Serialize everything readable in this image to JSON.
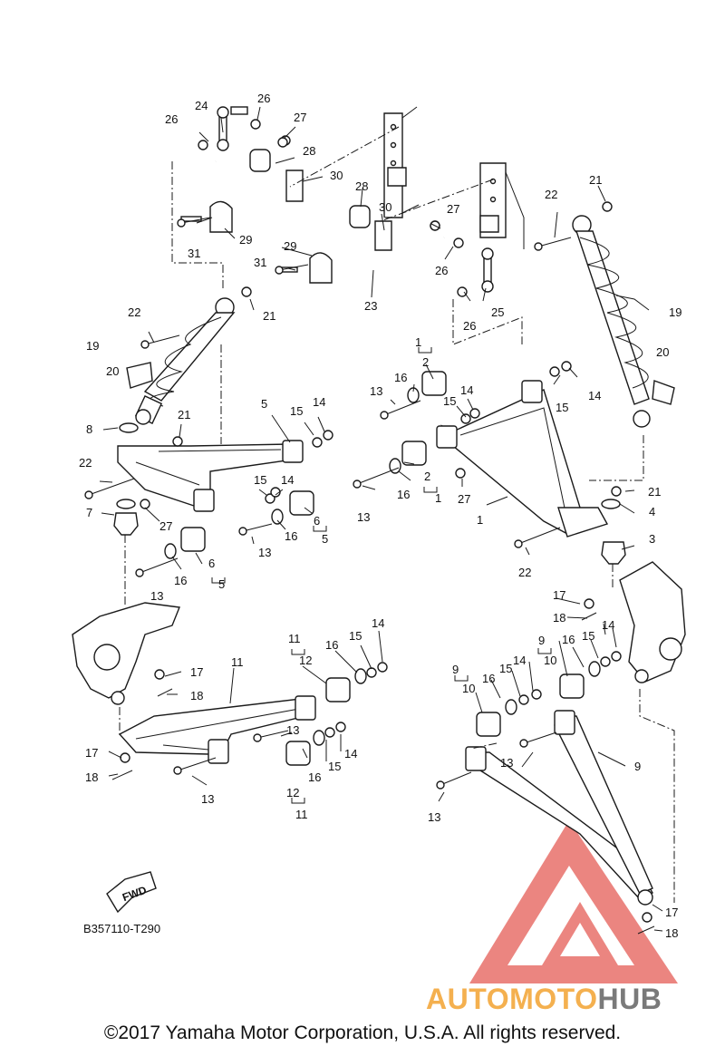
{
  "diagram": {
    "code": "B357110-T290",
    "fwd_label": "FWD",
    "callouts": [
      {
        "id": "c24",
        "text": "24"
      },
      {
        "id": "c26a",
        "text": "26"
      },
      {
        "id": "c26b",
        "text": "26"
      },
      {
        "id": "c27a",
        "text": "27"
      },
      {
        "id": "c28a",
        "text": "28"
      },
      {
        "id": "c30a",
        "text": "30"
      },
      {
        "id": "c31a",
        "text": "31"
      },
      {
        "id": "c29a",
        "text": "29"
      },
      {
        "id": "c28b",
        "text": "28"
      },
      {
        "id": "c30b",
        "text": "30"
      },
      {
        "id": "c27b",
        "text": "27"
      },
      {
        "id": "c29b",
        "text": "29"
      },
      {
        "id": "c31b",
        "text": "31"
      },
      {
        "id": "c26c",
        "text": "26"
      },
      {
        "id": "c23",
        "text": "23"
      },
      {
        "id": "c26d",
        "text": "26"
      },
      {
        "id": "c25",
        "text": "25"
      },
      {
        "id": "c22a",
        "text": "22"
      },
      {
        "id": "c21a",
        "text": "21"
      },
      {
        "id": "c19a",
        "text": "19"
      },
      {
        "id": "c20a",
        "text": "20"
      },
      {
        "id": "c22b",
        "text": "22"
      },
      {
        "id": "c21b",
        "text": "21"
      },
      {
        "id": "c19b",
        "text": "19"
      },
      {
        "id": "c20b",
        "text": "20"
      },
      {
        "id": "c1a",
        "text": "1"
      },
      {
        "id": "c2a",
        "text": "2"
      },
      {
        "id": "c16a",
        "text": "16"
      },
      {
        "id": "c13a",
        "text": "13"
      },
      {
        "id": "c15a",
        "text": "15"
      },
      {
        "id": "c14a",
        "text": "14"
      },
      {
        "id": "c15b",
        "text": "15"
      },
      {
        "id": "c14b",
        "text": "14"
      },
      {
        "id": "c13b",
        "text": "13"
      },
      {
        "id": "c16b",
        "text": "16"
      },
      {
        "id": "c2b",
        "text": "2"
      },
      {
        "id": "c1b",
        "text": "1"
      },
      {
        "id": "c27c",
        "text": "27"
      },
      {
        "id": "c1c",
        "text": "1"
      },
      {
        "id": "c21c",
        "text": "21"
      },
      {
        "id": "c4",
        "text": "4"
      },
      {
        "id": "c3",
        "text": "3"
      },
      {
        "id": "c22c",
        "text": "22"
      },
      {
        "id": "c5a",
        "text": "5"
      },
      {
        "id": "c15c",
        "text": "15"
      },
      {
        "id": "c14c",
        "text": "14"
      },
      {
        "id": "c8",
        "text": "8"
      },
      {
        "id": "c21d",
        "text": "21"
      },
      {
        "id": "c22d",
        "text": "22"
      },
      {
        "id": "c7",
        "text": "7"
      },
      {
        "id": "c27d",
        "text": "27"
      },
      {
        "id": "c15d",
        "text": "15"
      },
      {
        "id": "c14d",
        "text": "14"
      },
      {
        "id": "c6a",
        "text": "6"
      },
      {
        "id": "c5b",
        "text": "5"
      },
      {
        "id": "c13c",
        "text": "13"
      },
      {
        "id": "c16c",
        "text": "16"
      },
      {
        "id": "c6b",
        "text": "6"
      },
      {
        "id": "c5c",
        "text": "5"
      },
      {
        "id": "c13d",
        "text": "13"
      },
      {
        "id": "c16d",
        "text": "16"
      },
      {
        "id": "c17a",
        "text": "17"
      },
      {
        "id": "c18a",
        "text": "18"
      },
      {
        "id": "c11a",
        "text": "11"
      },
      {
        "id": "c12a",
        "text": "12"
      },
      {
        "id": "c16e",
        "text": "16"
      },
      {
        "id": "c15e",
        "text": "15"
      },
      {
        "id": "c14e",
        "text": "14"
      },
      {
        "id": "c11b",
        "text": "11"
      },
      {
        "id": "c13e",
        "text": "13"
      },
      {
        "id": "c17b",
        "text": "17"
      },
      {
        "id": "c18b",
        "text": "18"
      },
      {
        "id": "c13f",
        "text": "13"
      },
      {
        "id": "c14f",
        "text": "14"
      },
      {
        "id": "c15f",
        "text": "15"
      },
      {
        "id": "c16f",
        "text": "16"
      },
      {
        "id": "c12b",
        "text": "12"
      },
      {
        "id": "c11c",
        "text": "11"
      },
      {
        "id": "c17c",
        "text": "17"
      },
      {
        "id": "c18c",
        "text": "18"
      },
      {
        "id": "c14g",
        "text": "14"
      },
      {
        "id": "c9a",
        "text": "9"
      },
      {
        "id": "c10a",
        "text": "10"
      },
      {
        "id": "c16g",
        "text": "16"
      },
      {
        "id": "c15g",
        "text": "15"
      },
      {
        "id": "c9b",
        "text": "9"
      },
      {
        "id": "c10b",
        "text": "10"
      },
      {
        "id": "c16h",
        "text": "16"
      },
      {
        "id": "c15h",
        "text": "15"
      },
      {
        "id": "c14h",
        "text": "14"
      },
      {
        "id": "c13g",
        "text": "13"
      },
      {
        "id": "c9c",
        "text": "9"
      },
      {
        "id": "c13h",
        "text": "13"
      },
      {
        "id": "c17d",
        "text": "17"
      },
      {
        "id": "c18d",
        "text": "18"
      }
    ]
  },
  "watermark": {
    "text_part1": "AUTOMOTO",
    "text_part2": "HUB",
    "color_orange": "#f4b04f",
    "color_red": "#e8706a",
    "color_gray": "#7a7a7a"
  },
  "copyright": "©2017 Yamaha Motor Corporation, U.S.A. All rights reserved."
}
